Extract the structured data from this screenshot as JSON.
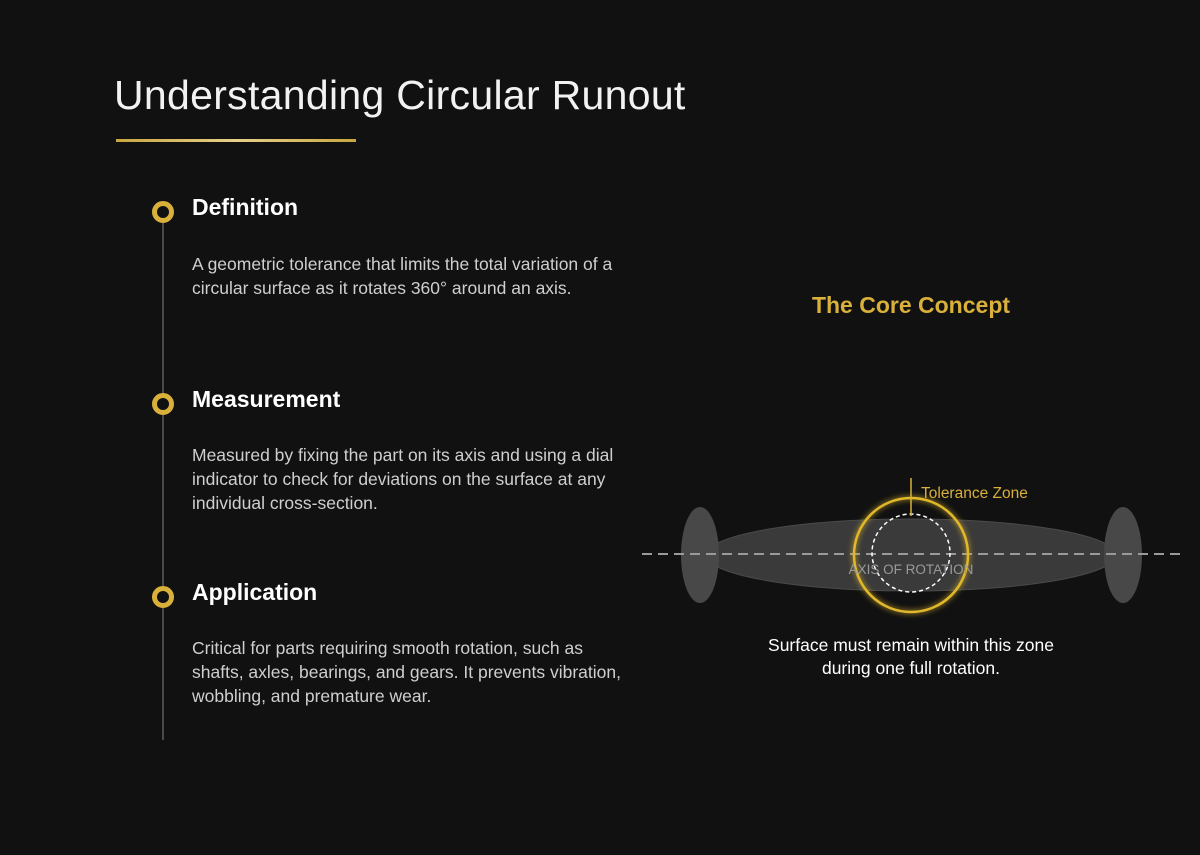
{
  "title": "Understanding Circular Runout",
  "sections": [
    {
      "heading": "Definition",
      "body": "A geometric tolerance that limits the total variation of a circular surface as it rotates 360° around an axis."
    },
    {
      "heading": "Measurement",
      "body": "Measured by fixing the part on its axis and using a dial indicator to check for deviations on the surface at any individual cross-section."
    },
    {
      "heading": "Application",
      "body": "Critical for parts requiring smooth rotation, such as shafts, axles, bearings, and gears. It prevents vibration, wobbling, and premature wear."
    }
  ],
  "diagram": {
    "heading": "The Core Concept",
    "tolerance_label": "Tolerance Zone",
    "axis_label": "AXIS OF ROTATION",
    "caption_line1": "Surface must remain within this zone",
    "caption_line2": "during one full rotation."
  },
  "colors": {
    "accent": "#d8b03a",
    "background": "#111112",
    "shaft": "#3a3a3a"
  }
}
